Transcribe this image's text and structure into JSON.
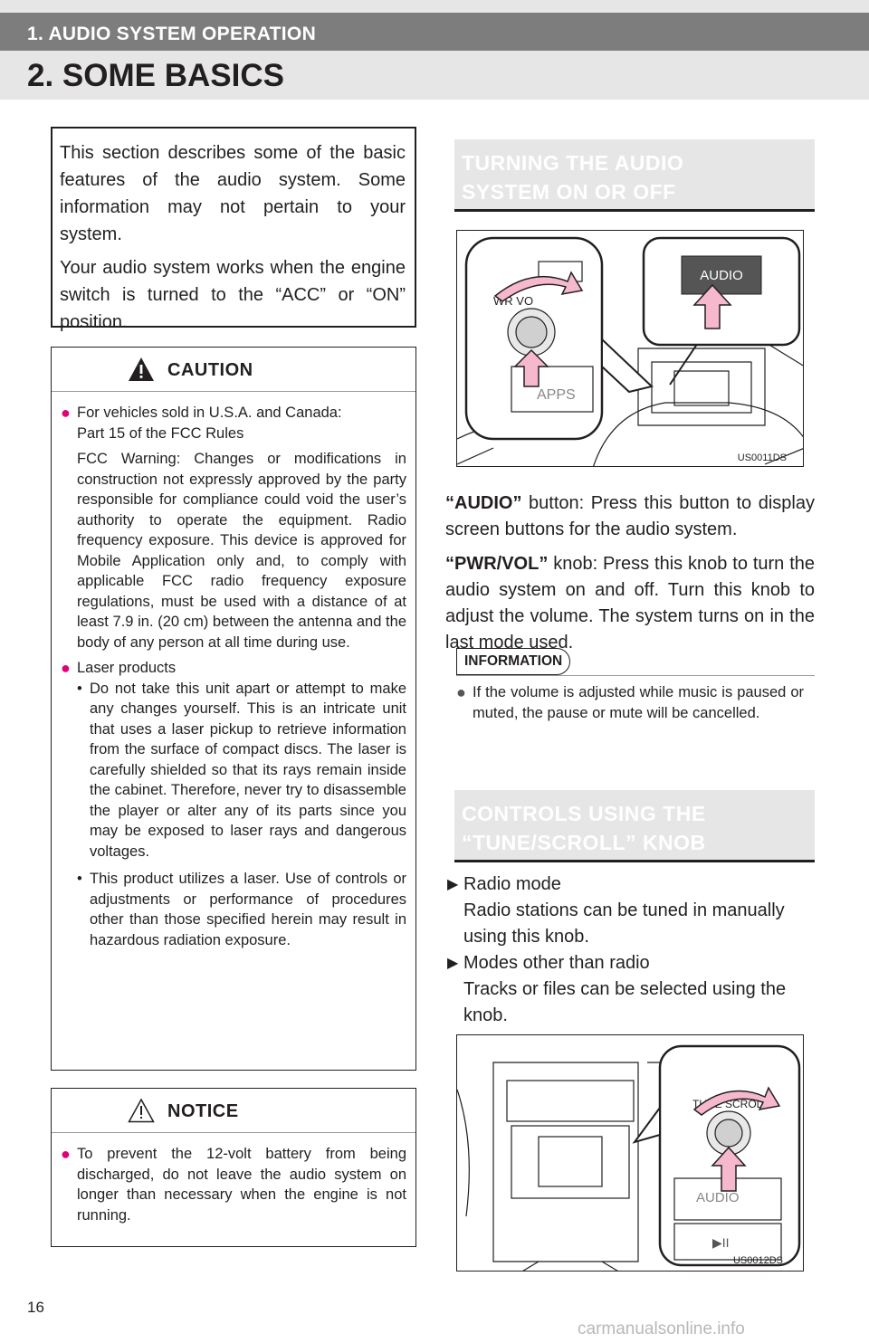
{
  "header": {
    "section_label": "1. AUDIO SYSTEM OPERATION",
    "page_title": "2. SOME BASICS"
  },
  "intro": {
    "paragraphs": [
      "This section describes some of the basic features of the audio system. Some information may not pertain to your system.",
      "Your audio system works when the engine switch is turned to the “ACC” or “ON” position."
    ]
  },
  "caution": {
    "title": "CAUTION",
    "item1_title": "For vehicles sold in U.S.A. and Canada:",
    "item1_sub": "Part 15 of the FCC Rules",
    "item1_body": "FCC Warning: Changes or modifications in construction not expressly approved by the party responsible for compliance could void the user’s authority to operate the equipment. Radio frequency exposure. This device is approved for Mobile Application only and, to comply with applicable FCC radio frequency exposure regulations, must be used with a distance of at least 7.9 in. (20 cm) between the antenna and the body of any person at all time during use.",
    "item2_title": "Laser products",
    "item2_sub1": "Do not take this unit apart or attempt to make any changes yourself. This is an intricate unit that uses a laser pickup to retrieve information from the surface of compact discs. The laser is carefully shielded so that its rays remain inside the cabinet. Therefore, never try to disassemble the player or alter any of its parts since you may be exposed to laser rays and dangerous voltages.",
    "item2_sub2": "This product utilizes a laser. Use of controls or adjustments or performance of procedures other than those specified herein may result in hazardous radiation exposure."
  },
  "notice": {
    "title": "NOTICE",
    "item1": "To prevent the 12-volt battery from being discharged, do not leave the audio system on longer than necessary when the engine is not running."
  },
  "section1": {
    "heading_line1": "TURNING THE AUDIO",
    "heading_line2": "SYSTEM ON OR OFF",
    "figure_code": "US0011DS",
    "figure_audio_label": "AUDIO",
    "figure_knob_label": "WR   VO",
    "figure_apps_label": "APPS",
    "audio_term": "“AUDIO”",
    "audio_desc": " button: Press this button to display screen buttons for the audio system.",
    "pwr_term": "“PWR/VOL”",
    "pwr_desc": " knob: Press this knob to turn the audio system on and off. Turn this knob to adjust the volume. The system turns on in the last mode used."
  },
  "information": {
    "label": "INFORMATION",
    "item1": "If the volume is adjusted while music is paused or muted, the pause or mute will be cancelled."
  },
  "section2": {
    "heading_line1": "CONTROLS USING THE",
    "heading_line2": "“TUNE/SCROLL” KNOB",
    "item1_title": "Radio mode",
    "item1_body": "Radio stations can be tuned in manually using this knob.",
    "item2_title": "Modes other than radio",
    "item2_body": "Tracks or files can be selected using the knob.",
    "figure_code": "US0012DS",
    "figure_tune_label": "TUNE  SCROLL",
    "figure_audio_label": "AUDIO",
    "figure_play_label": "▶II"
  },
  "footer": {
    "page_number": "16",
    "watermark": "carmanualsonline.info"
  },
  "colors": {
    "bullet_accent": "#e2007a",
    "band": "#7d7d7d",
    "panel": "#e6e6e6",
    "arrow_fill": "#f5b8cc"
  },
  "icons": [
    "warning-triangle-icon",
    "warning-triangle-outline-icon",
    "bullet-dot-icon",
    "arrow-right-icon",
    "press-arrow-icon",
    "rotate-arrow-icon"
  ]
}
